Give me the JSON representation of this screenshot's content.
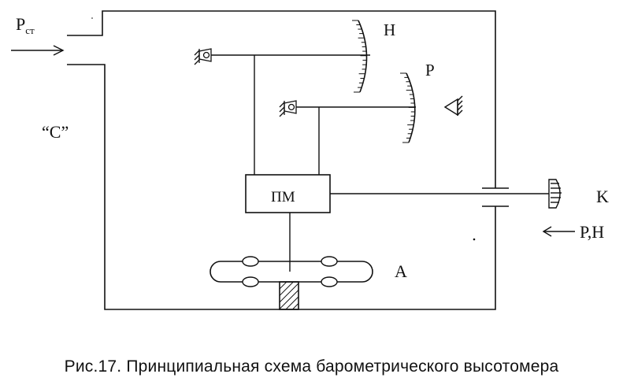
{
  "labels": {
    "inlet_main": "P",
    "inlet_sub": "ст",
    "chamber": "“С”",
    "scale_h": "H",
    "scale_p": "P",
    "mechanism": "ПМ",
    "knob": "K",
    "knob_arrow": "P,H",
    "aneroid": "A"
  },
  "caption": "Рис.17. Принципиальная схема барометрического высотомера"
}
